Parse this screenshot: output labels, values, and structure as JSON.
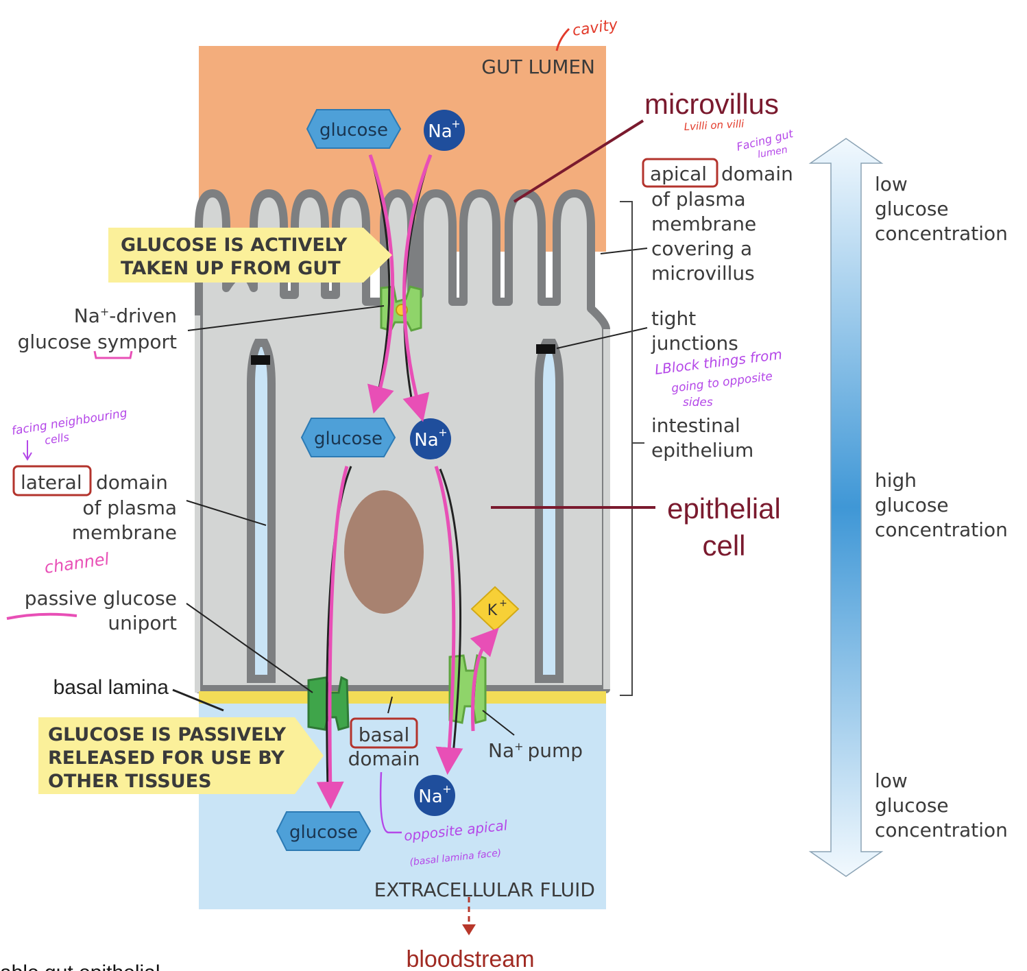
{
  "regions": {
    "gut_lumen": "GUT LUMEN",
    "extracellular_fluid": "EXTRACELLULAR FLUID"
  },
  "callouts": {
    "active_uptake": [
      "GLUCOSE IS ACTIVELY",
      "TAKEN UP FROM GUT"
    ],
    "passive_release": [
      "GLUCOSE IS PASSIVELY",
      "RELEASED FOR USE BY",
      "OTHER TISSUES"
    ]
  },
  "molecules": {
    "glucose": "glucose",
    "na": "Na",
    "k": "K",
    "plus": "+"
  },
  "left_labels": {
    "symport": [
      "Na",
      "+",
      "-driven",
      "glucose symport"
    ],
    "lateral": [
      "lateral",
      "domain",
      "of plasma",
      "membrane"
    ],
    "uniport": [
      "passive glucose",
      "uniport"
    ],
    "basal_lamina": "basal lamina"
  },
  "center_labels": {
    "basal": [
      "basal",
      "domain"
    ],
    "na_pump": "pump"
  },
  "right_labels": {
    "apical": [
      "apical",
      "domain",
      "of plasma",
      "membrane",
      "covering a",
      "microvillus"
    ],
    "tight": [
      "tight",
      "junctions"
    ],
    "intestinal": [
      "intestinal",
      "epithelium"
    ]
  },
  "big_labels": {
    "microvillus": "microvillus",
    "epithelial": [
      "epithelial",
      "cell"
    ],
    "bloodstream": "bloodstream"
  },
  "gradient": {
    "top": [
      "low",
      "glucose",
      "concentration"
    ],
    "middle": [
      "high",
      "glucose",
      "concentration"
    ],
    "bottom": [
      "low",
      "glucose",
      "concentration"
    ]
  },
  "handwritten": {
    "cavity": "cavity",
    "villi": "Lvilli on villi",
    "facing_gut": [
      "Facing gut",
      "lumen"
    ],
    "block": [
      "LBlock things from",
      "going to opposite",
      "sides"
    ],
    "facing_neighbouring": [
      "facing neighbouring",
      "cells"
    ],
    "channel": "channel",
    "opposite_apical": [
      "opposite apical",
      "(basal lamina face)"
    ]
  },
  "footer_fragment": "able gut epithelial",
  "colors": {
    "lumen": "#f3ad7c",
    "cytoplasm": "#d3d5d4",
    "extracellular": "#c9e4f6",
    "membrane": "#7d7f81",
    "glucose": "#4ea0d8",
    "na": "#1f4e9c",
    "k": "#f7d037",
    "arrow_pink": "#e84fb6",
    "callout": "#fbf09a",
    "dark_red": "#7a1a2e",
    "purple_hand": "#b447e8",
    "red_hand": "#e23a2a"
  }
}
